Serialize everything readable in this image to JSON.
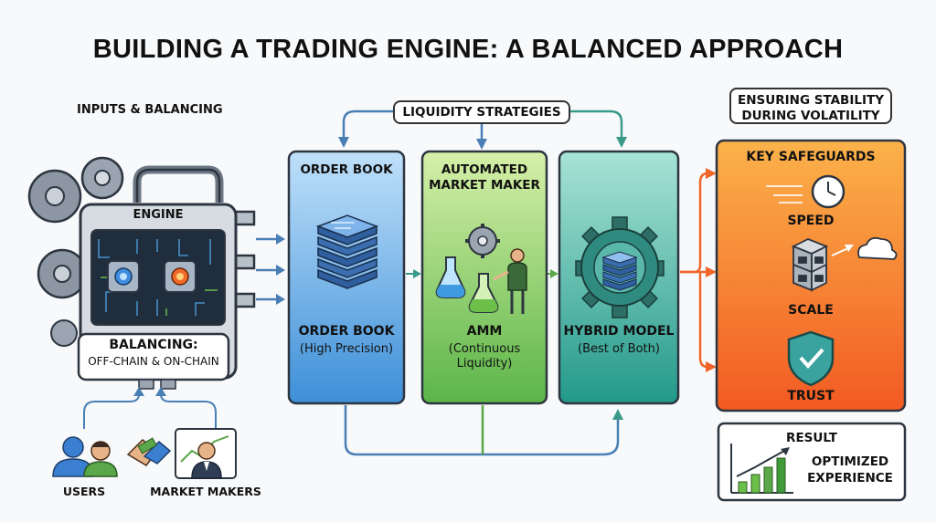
{
  "title": "BUILDING A TRADING ENGINE: A BALANCED APPROACH",
  "left": {
    "header": "INPUTS & BALANCING",
    "engine_label": "ENGINE",
    "balancing_title": "BALANCING:",
    "balancing_sub": "OFF-CHAIN & ON-CHAIN",
    "users_label": "USERS",
    "market_makers_label": "MARKET MAKERS"
  },
  "liquidity": {
    "header": "LIQUIDITY STRATEGIES",
    "columns": [
      {
        "head": "ORDER BOOK",
        "name": "ORDER BOOK",
        "sub": "(High Precision)",
        "color": "#5aa6e4"
      },
      {
        "head_line1": "AUTOMATED",
        "head_line2": "MARKET MAKER",
        "name": "AMM",
        "sub_line1": "(Continuous",
        "sub_line2": "Liquidity)",
        "color": "#7cc65a"
      },
      {
        "name": "HYBRID MODEL",
        "sub": "(Best of Both)",
        "color": "#3fae9a"
      }
    ]
  },
  "stability": {
    "header_line1": "ENSURING STABILITY",
    "header_line2": "DURING VOLATILITY",
    "panel_title": "KEY SAFEGUARDS",
    "items": [
      "SPEED",
      "SCALE",
      "TRUST"
    ],
    "color": "#f47a2a"
  },
  "result": {
    "title": "RESULT",
    "line1": "OPTIMIZED",
    "line2": "EXPERIENCE"
  }
}
